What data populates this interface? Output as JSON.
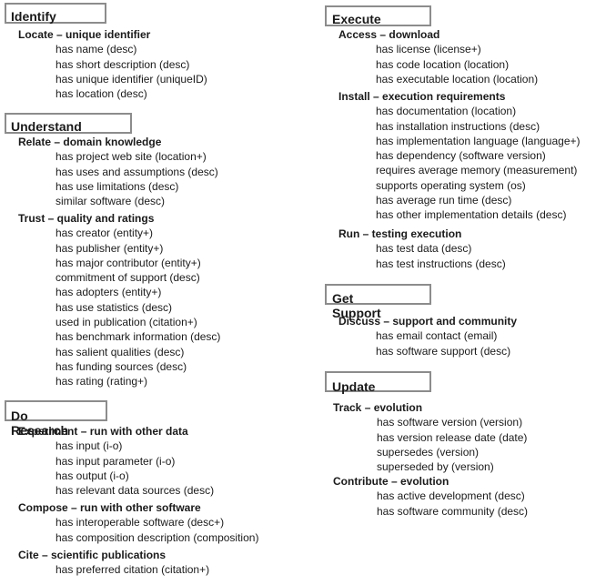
{
  "left": {
    "identify": {
      "title": "Identify",
      "groups": [
        {
          "head": "Locate – unique identifier",
          "items": [
            "has name (desc)",
            "has short description (desc)",
            "has unique identifier (uniqueID)",
            "has location (desc)"
          ]
        }
      ]
    },
    "understand": {
      "title": "Understand",
      "groups": [
        {
          "head": "Relate – domain knowledge",
          "items": [
            "has project web site (location+)",
            "has uses and assumptions (desc)",
            "has use limitations (desc)",
            "similar software (desc)"
          ]
        },
        {
          "head": "Trust – quality and ratings",
          "items": [
            "has creator (entity+)",
            "has publisher (entity+)",
            "has major contributor (entity+)",
            "commitment of support (desc)",
            "has adopters (entity+)",
            "has use statistics (desc)",
            "used in publication (citation+)",
            "has benchmark information (desc)",
            "has salient qualities (desc)",
            "has funding sources (desc)",
            "has rating (rating+)"
          ]
        }
      ]
    },
    "research": {
      "title": "Do Research",
      "groups": [
        {
          "head": "Experiment – run with other data",
          "items": [
            "has input (i-o)",
            "has input parameter (i-o)",
            "has output (i-o)",
            "has relevant data sources (desc)"
          ]
        },
        {
          "head": "Compose – run with other software",
          "items": [
            "has interoperable software (desc+)",
            "has composition description (composition)"
          ]
        },
        {
          "head": "Cite – scientific publications",
          "items": [
            "has preferred citation (citation+)"
          ]
        }
      ]
    }
  },
  "right": {
    "execute": {
      "title": "Execute",
      "groups": [
        {
          "head": "Access – download",
          "items": [
            "has license (license+)",
            "has code location (location)",
            "has executable location (location)"
          ]
        },
        {
          "head": "Install – execution requirements",
          "items": [
            "has documentation (location)",
            "has installation instructions (desc)",
            "has implementation language (language+)",
            "has dependency (software version)",
            "requires average memory (measurement)",
            "supports operating system (os)",
            "has average run time (desc)",
            "has other implementation details (desc)"
          ]
        },
        {
          "head": "Run – testing execution",
          "items": [
            "has test data (desc)",
            "has test instructions (desc)"
          ]
        }
      ]
    },
    "support": {
      "title": "Get Support",
      "groups": [
        {
          "head": "Discuss – support and community",
          "items": [
            "has email contact (email)",
            "has software support (desc)"
          ]
        }
      ]
    },
    "update": {
      "title": "Update",
      "groups": [
        {
          "head": "Track – evolution",
          "items": [
            "has software version (version)",
            "has version release date (date)",
            "supersedes (version)",
            "superseded by (version)"
          ]
        },
        {
          "head": "Contribute – evolution",
          "items": [
            "has active development (desc)",
            "has software community (desc)"
          ]
        }
      ]
    }
  }
}
